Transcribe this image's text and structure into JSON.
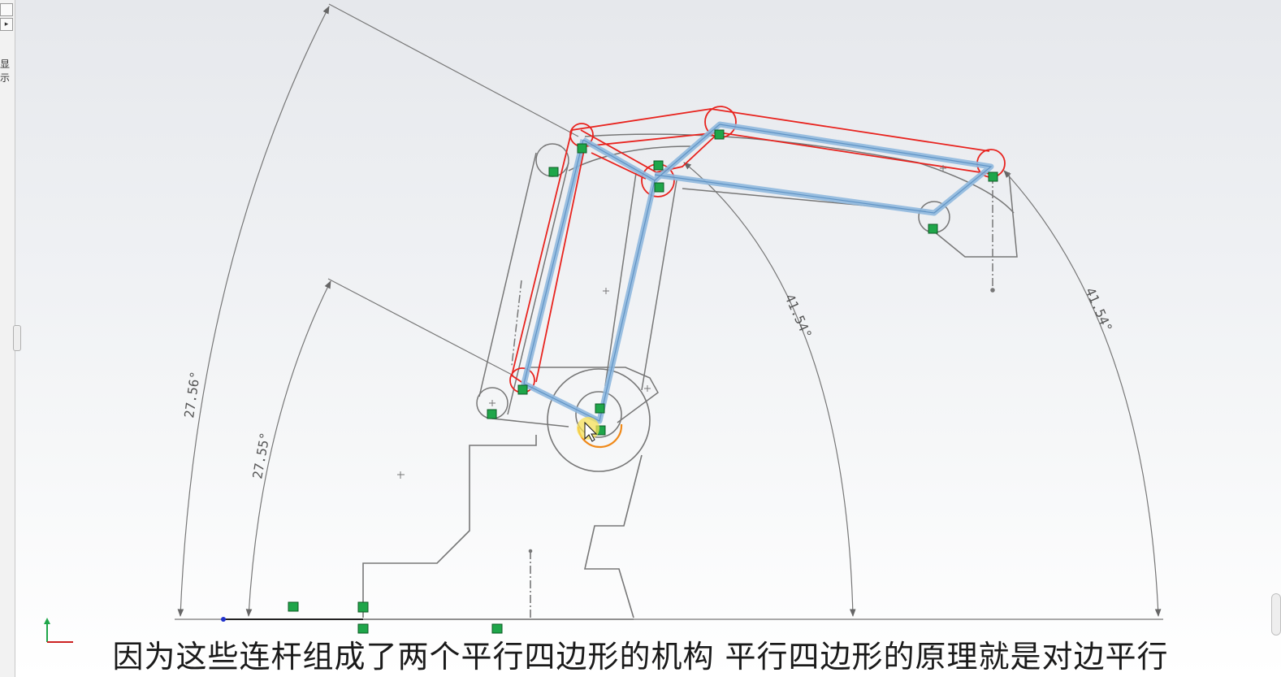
{
  "left_panel": {
    "tab_arrow": "▸",
    "label": "显示"
  },
  "dimensions": {
    "left_outer": "27.56°",
    "left_inner": "27.55°",
    "right_inner": "41.54°",
    "right_outer": "41.54°"
  },
  "subtitle": "因为这些连杆组成了两个平行四边形的机构 平行四边形的原理就是对边平行",
  "colors": {
    "link_highlight": "#8fb8de",
    "red_sketch": "#e8231e",
    "gray_sketch": "#7a7a7a",
    "relation_marker": "#1fa64a",
    "dimension": "#666666"
  }
}
